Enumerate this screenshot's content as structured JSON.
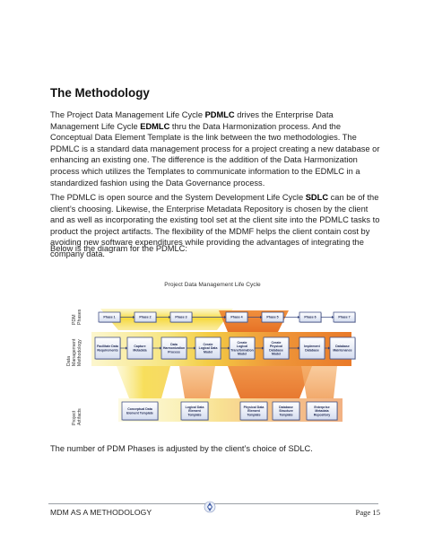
{
  "heading": "The Methodology",
  "paragraph1": {
    "s1": "The Project Data Management Life Cycle ",
    "b1": "PDMLC",
    "s2": " drives the Enterprise Data Management Life Cycle ",
    "b2": "EDMLC",
    "s3": " thru the Data Harmonization process. And the Conceptual Data Element Template is the link between the two methodologies. The PDMLC is a standard data management process for a project creating a new database or enhancing an existing one. The difference is the addition of the Data Harmonization process which utilizes the Templates to communicate information to the EDMLC in a standardized fashion using the Data Governance process."
  },
  "paragraph2": {
    "s1": "The PDMLC is open source and the System Development Life Cycle ",
    "b1": "SDLC",
    "s2": " can be of the client’s choosing. Likewise, the Enterprise Metadata Repository is chosen by the client and as well as incorporating the existing tool set at the client site into the PDMLC tasks to product the project artifacts. The flexibility of the MDMF helps the client contain cost by avoiding new software expenditures while providing the advantages of integrating the company data."
  },
  "paragraph3": "Below is the diagram for the PDMLC:",
  "diagram": {
    "title": "Project Data Management Life Cycle",
    "lane_labels": {
      "phases": [
        "PDM",
        "Phases"
      ],
      "methodology": [
        "Data",
        "Management",
        "Methodology"
      ],
      "artifacts": [
        "Project",
        "Artifacts"
      ]
    },
    "phases": [
      "Phase 1",
      "Phase 2",
      "Phase 3",
      "Phase 4",
      "Phase 5",
      "Phase 6",
      "Phase 7"
    ],
    "processes": [
      [
        "Facilitate Data",
        "Requirements"
      ],
      [
        "Capture",
        "Metadata"
      ],
      [
        "Data",
        "Harmonization",
        "Process"
      ],
      [
        "Create",
        "Logical Data",
        "Model"
      ],
      [
        "Create",
        "Logical",
        "Transformation",
        "Model"
      ],
      [
        "Create",
        "Physical",
        "Database",
        "Model"
      ],
      [
        "Implement",
        "Database"
      ],
      [
        "Database",
        "Maintenance"
      ]
    ],
    "artifacts": [
      [
        "Conceptual Data",
        "Element Template"
      ],
      [
        "Logical Data",
        "Element",
        "Template"
      ],
      [
        "Physical Data",
        "Element",
        "Template"
      ],
      [
        "Database",
        "Structure",
        "Template"
      ],
      [
        "Enterprise",
        "Metadata",
        "Repository"
      ]
    ],
    "colors": {
      "box_dark": "#2f3f7a",
      "box_light": "#dfe6f5",
      "yellow": "#f4d21a",
      "orange": "#e8731e",
      "light_orange": "#f2a660"
    }
  },
  "paragraph4": "The number of PDM Phases is adjusted by the client’s choice of SDLC.",
  "footer": {
    "left": "MDM AS A METHODOLOGY",
    "right": "Page 15",
    "logo_icon": "mdm-logo-icon"
  }
}
